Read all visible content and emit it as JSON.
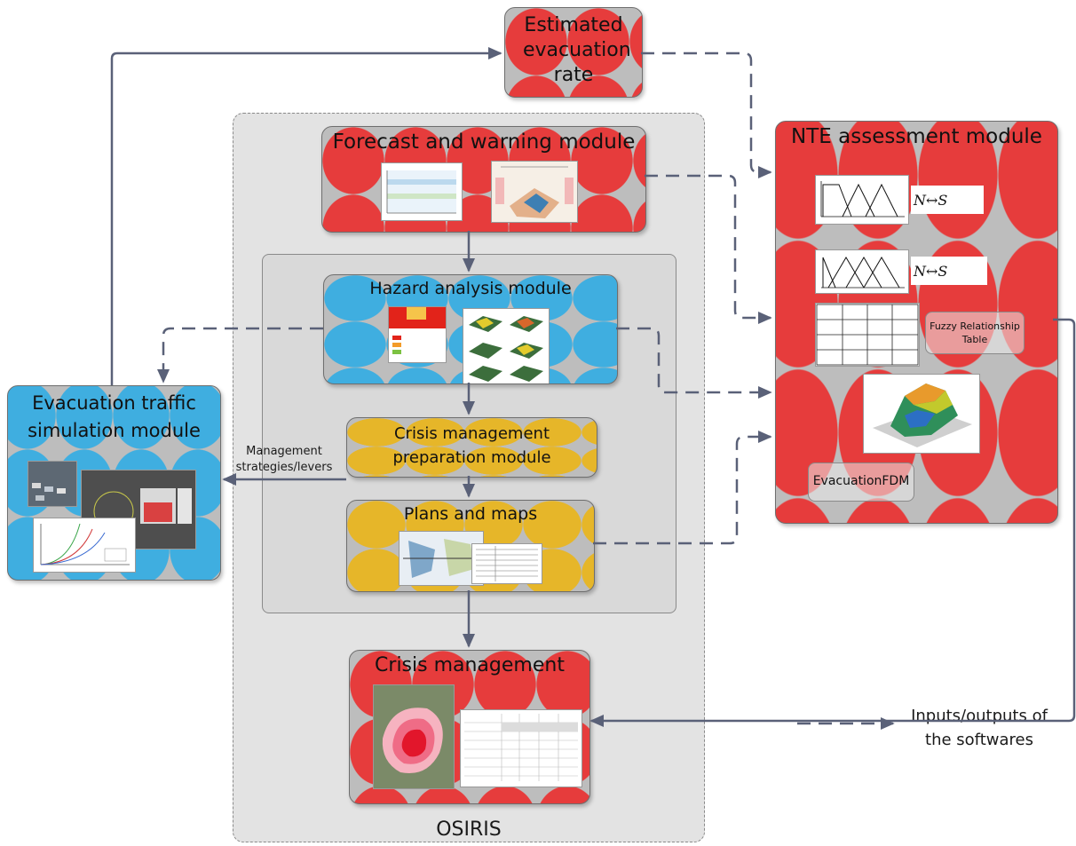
{
  "modules": {
    "estimated_rate": "Estimated evacuation rate",
    "forecast": "Forecast and warning module",
    "hazard": "Hazard analysis module",
    "crisis_prep": "Crisis management preparation module",
    "plans": "Plans and maps",
    "crisis": "Crisis management",
    "evac_sim": "Evacuation traffic simulation module",
    "nte": "NTE assessment module"
  },
  "labels": {
    "osiris": "OSIRIS",
    "management_levers": "Management strategies/levers",
    "fuzzy_table": "Fuzzy Relationship Table",
    "evac_fdm": "EvacuationFDM",
    "legend": "Inputs/outputs of the softwares"
  },
  "colors": {
    "arrow": "#5a6178",
    "red": "#e63c3c",
    "blue": "#3faee0",
    "yellow": "#e6b629"
  }
}
